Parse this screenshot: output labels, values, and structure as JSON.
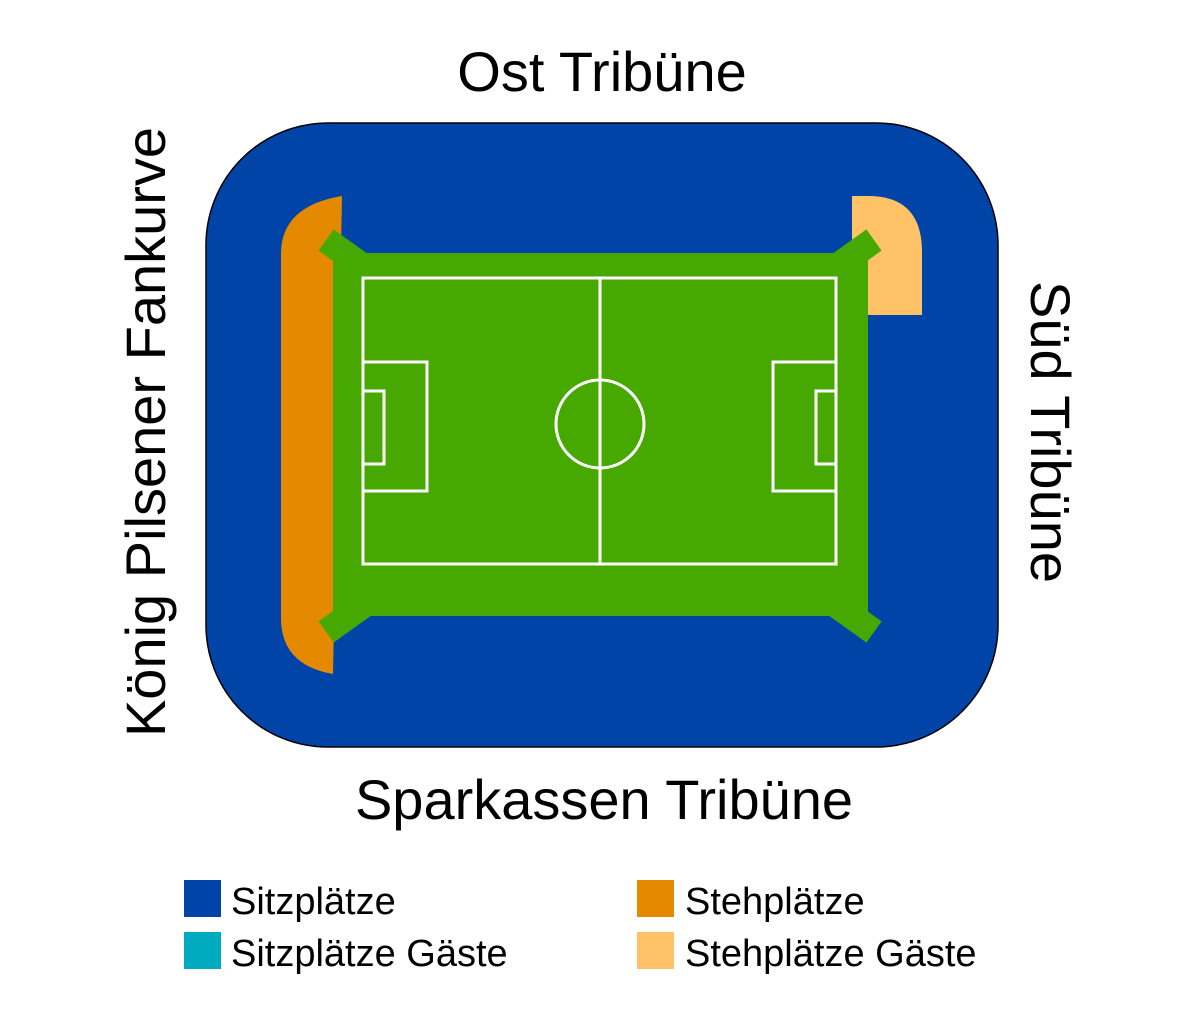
{
  "stands": {
    "top": "Ost Tribüne",
    "bottom": "Sparkassen Tribüne",
    "left": "König Pilsener Fankurve",
    "right": "Süd Tribüne"
  },
  "legend": [
    {
      "label": "Sitzplätze",
      "color": "#0044a8"
    },
    {
      "label": "Stehplätze",
      "color": "#e58a00"
    },
    {
      "label": "Sitzplätze Gäste",
      "color": "#00aabf"
    },
    {
      "label": "Stehplätze Gäste",
      "color": "#ffc266"
    }
  ],
  "colors": {
    "seating": "#0044a8",
    "standing": "#e58a00",
    "standing_away": "#ffc266",
    "pitch": "#46a800",
    "lines": "#ffffff"
  }
}
